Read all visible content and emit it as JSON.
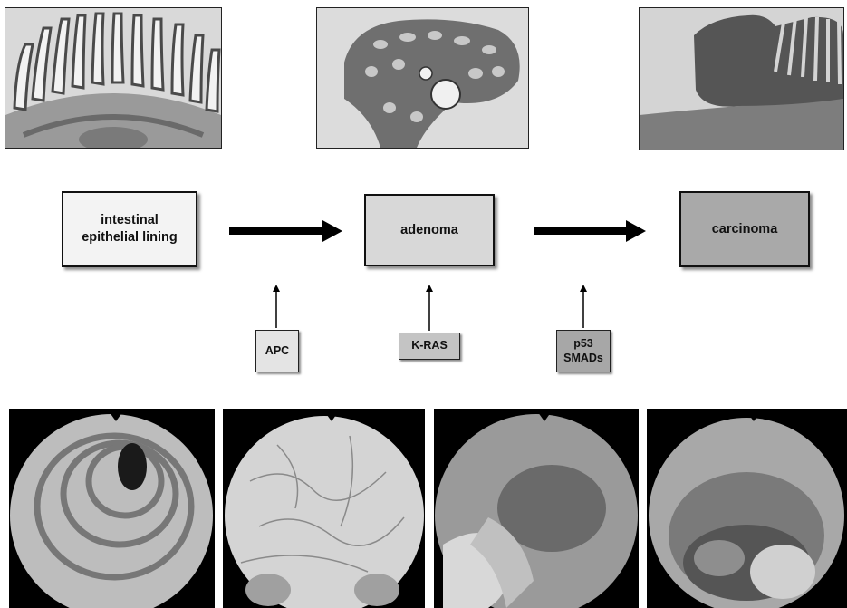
{
  "stages": {
    "normal": "intestinal\nepithelial lining",
    "adenoma": "adenoma",
    "carcinoma": "carcinoma"
  },
  "genes": {
    "apc": "APC",
    "kras": "K-RAS",
    "p53": "p53\nSMADs"
  },
  "colors": {
    "normal_box": "#f3f3f3",
    "adenoma_box": "#d8d8d8",
    "carcinoma_box": "#a9a9a9",
    "apc_box": "#e4e4e4",
    "kras_box": "#c4c4c4",
    "p53_box": "#a7a7a7",
    "arrow": "#000000"
  }
}
